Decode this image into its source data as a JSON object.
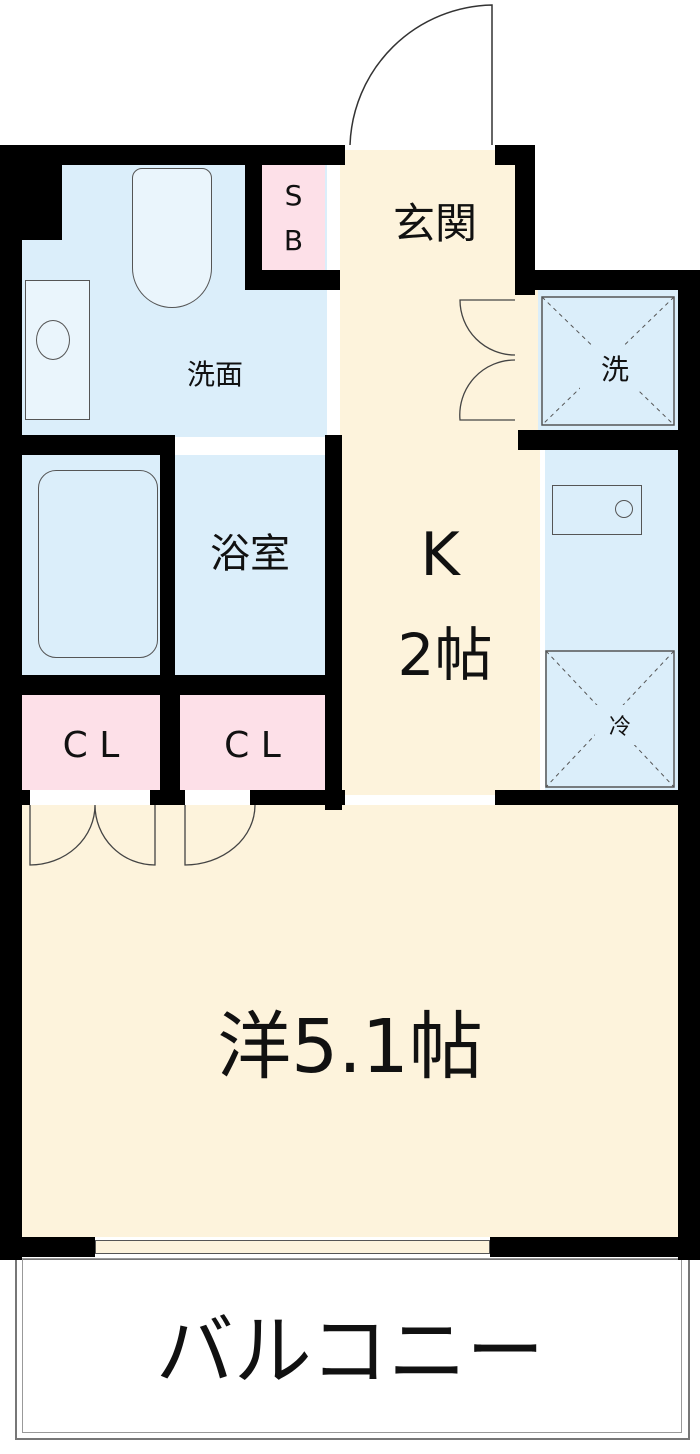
{
  "rooms": {
    "entrance": "玄関",
    "shoe_box": [
      "S",
      "B"
    ],
    "washroom": "洗面",
    "bathroom": "浴室",
    "washer": "洗",
    "fridge": "冷",
    "kitchen_name": "K",
    "kitchen_size": "2帖",
    "closet1": "C L",
    "closet2": "C L",
    "western_room": "洋5.1帖",
    "balcony": "バルコニー"
  },
  "colors": {
    "wet": "#dbeefa",
    "room": "#fdf3dc",
    "storage": "#fde0e8",
    "wall": "#000000"
  }
}
